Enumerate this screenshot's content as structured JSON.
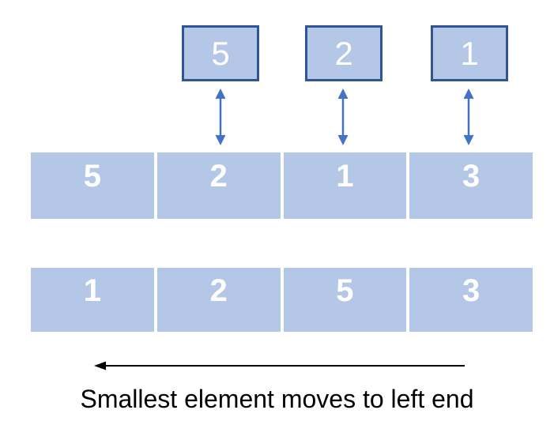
{
  "diagram": {
    "top_boxes": [
      {
        "value": "5"
      },
      {
        "value": "2"
      },
      {
        "value": "1"
      }
    ],
    "array_before": {
      "cells": [
        "5",
        "2",
        "1",
        "3"
      ]
    },
    "array_after": {
      "cells": [
        "1",
        "2",
        "5",
        "3"
      ]
    },
    "caption": "Smallest element moves to left end",
    "colors": {
      "cell_fill": "#b4c7e7",
      "box_border": "#2f5597",
      "arrow_blue": "#4472c4",
      "bottom_arrow": "#000000",
      "number_text": "#ffffff",
      "caption_text": "#000000"
    },
    "icons": {
      "vertical_arrow": "double-headed-vertical-arrow",
      "bottom_arrow": "left-arrow"
    }
  }
}
